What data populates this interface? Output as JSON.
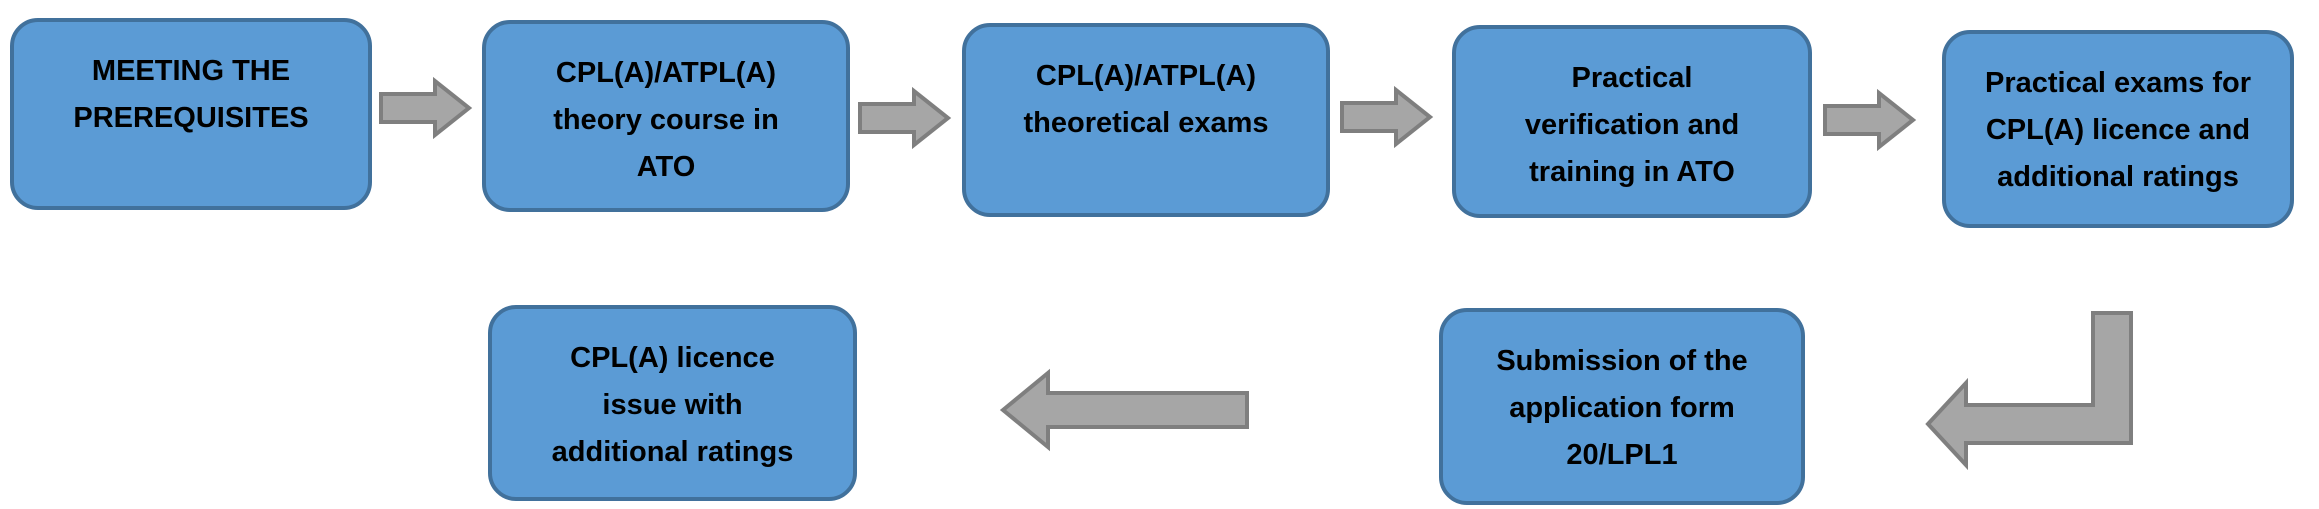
{
  "diagram": {
    "type": "flowchart",
    "colors": {
      "box_fill": "#5B9BD5",
      "box_border": "#41719C",
      "arrow_fill": "#A6A6A6",
      "arrow_border": "#7F7F7F",
      "text": "#000000",
      "background": "#FFFFFF"
    },
    "steps": [
      {
        "label": "MEETING THE\nPREREQUISITES"
      },
      {
        "label": "CPL(A)/ATPL(A)\ntheory course in\nATO"
      },
      {
        "label": "CPL(A)/ATPL(A)\ntheoretical exams"
      },
      {
        "label": "Practical\nverification and\ntraining in ATO"
      },
      {
        "label": "Practical exams for\nCPL(A) licence and\nadditional ratings"
      },
      {
        "label": "Submission of the\napplication form\n20/LPL1"
      },
      {
        "label": "CPL(A) licence\nissue with\nadditional ratings"
      }
    ],
    "arrows": [
      {
        "direction": "right",
        "from": "MEETING THE PREREQUISITES",
        "to": "CPL(A)/ATPL(A) theory course in ATO"
      },
      {
        "direction": "right",
        "from": "CPL(A)/ATPL(A) theory course in ATO",
        "to": "CPL(A)/ATPL(A) theoretical exams"
      },
      {
        "direction": "right",
        "from": "CPL(A)/ATPL(A) theoretical exams",
        "to": "Practical verification and training in ATO"
      },
      {
        "direction": "right",
        "from": "Practical verification and training in ATO",
        "to": "Practical exams for CPL(A) licence and additional ratings"
      },
      {
        "direction": "elbow-down-left",
        "from": "Practical exams for CPL(A) licence and additional ratings",
        "to": "Submission of the application form 20/LPL1"
      },
      {
        "direction": "left",
        "from": "Submission of the application form 20/LPL1",
        "to": "CPL(A) licence issue with additional ratings"
      }
    ]
  }
}
